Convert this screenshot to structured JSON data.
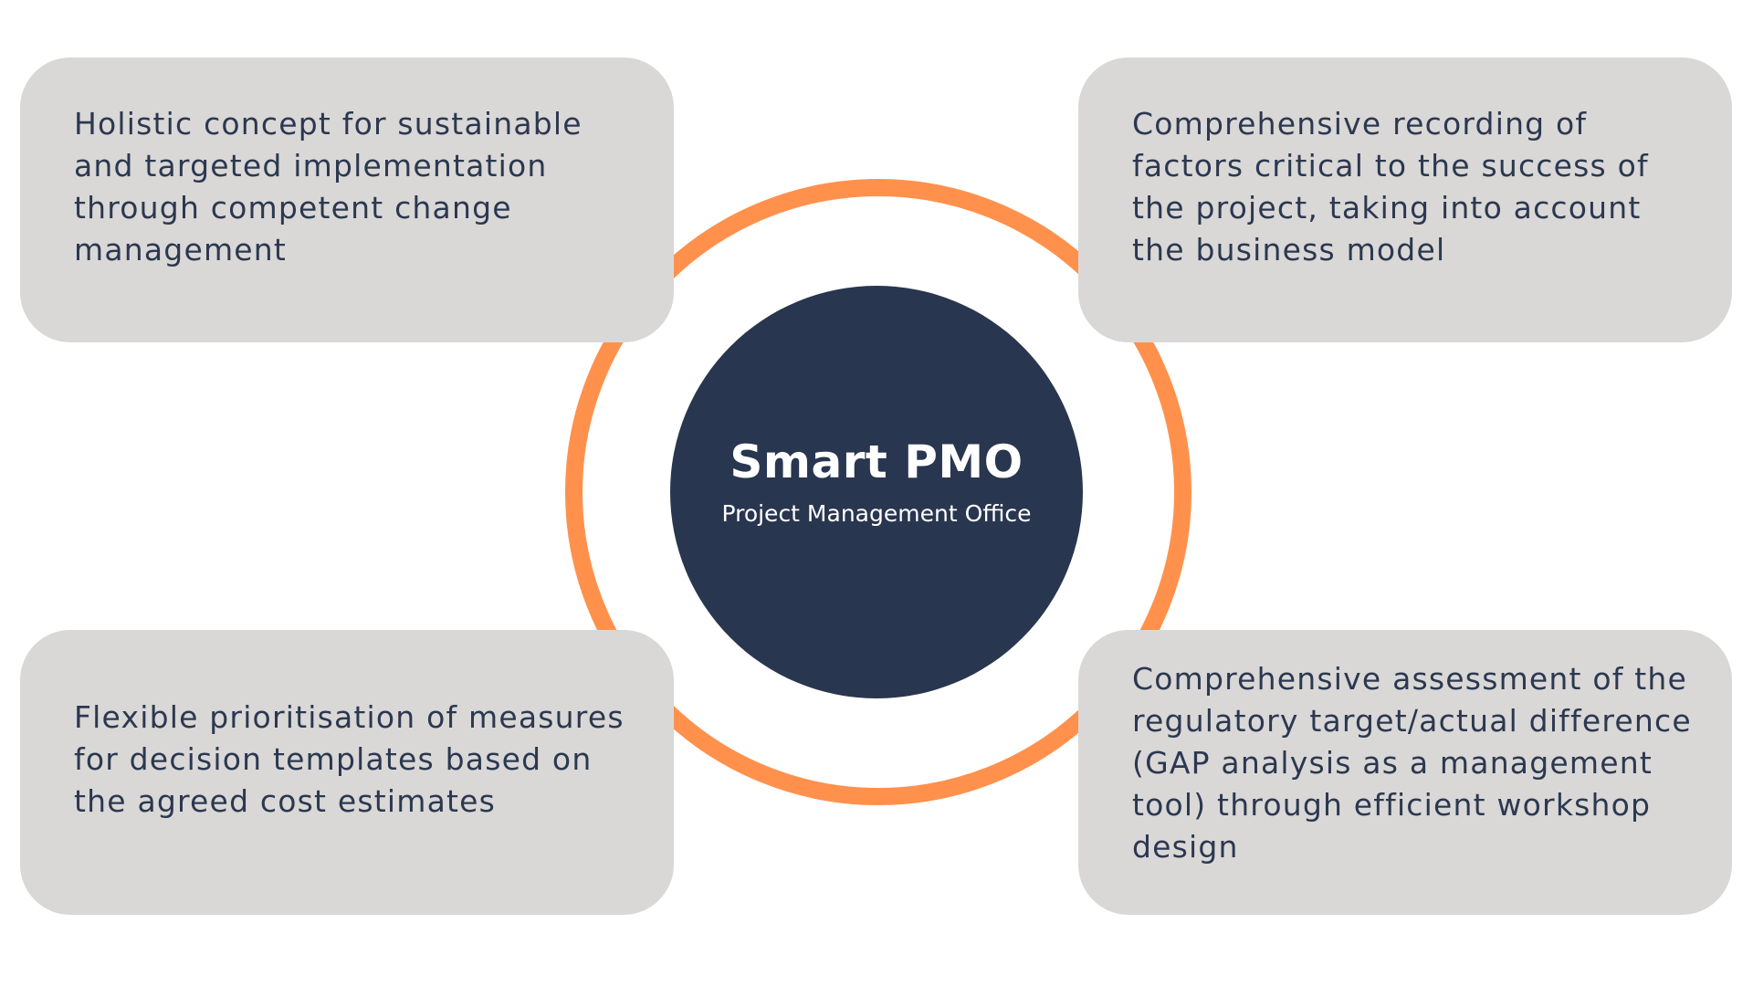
{
  "center": {
    "title": "Smart PMO",
    "subtitle": "Project Management Office"
  },
  "cards": {
    "top_left": {
      "lines": [
        "Holistic concept for sustainable",
        "and targeted implementation",
        "through competent change",
        "management"
      ]
    },
    "top_right": {
      "lines": [
        "Comprehensive recording of",
        "factors critical to the success of",
        "the project, taking into account",
        "the business model"
      ]
    },
    "bottom_left": {
      "lines": [
        "Flexible prioritisation of measures",
        "for decision templates based on",
        "the agreed cost estimates"
      ]
    },
    "bottom_right": {
      "lines": [
        "Comprehensive assessment of the",
        "regulatory target/actual difference",
        "(GAP analysis as a management",
        "tool) through efficient workshop",
        "design"
      ]
    }
  },
  "colors": {
    "ring": "#ff914d",
    "center_fill": "#29364f",
    "card_fill": "#d9d8d7",
    "card_text": "#2c3850"
  }
}
